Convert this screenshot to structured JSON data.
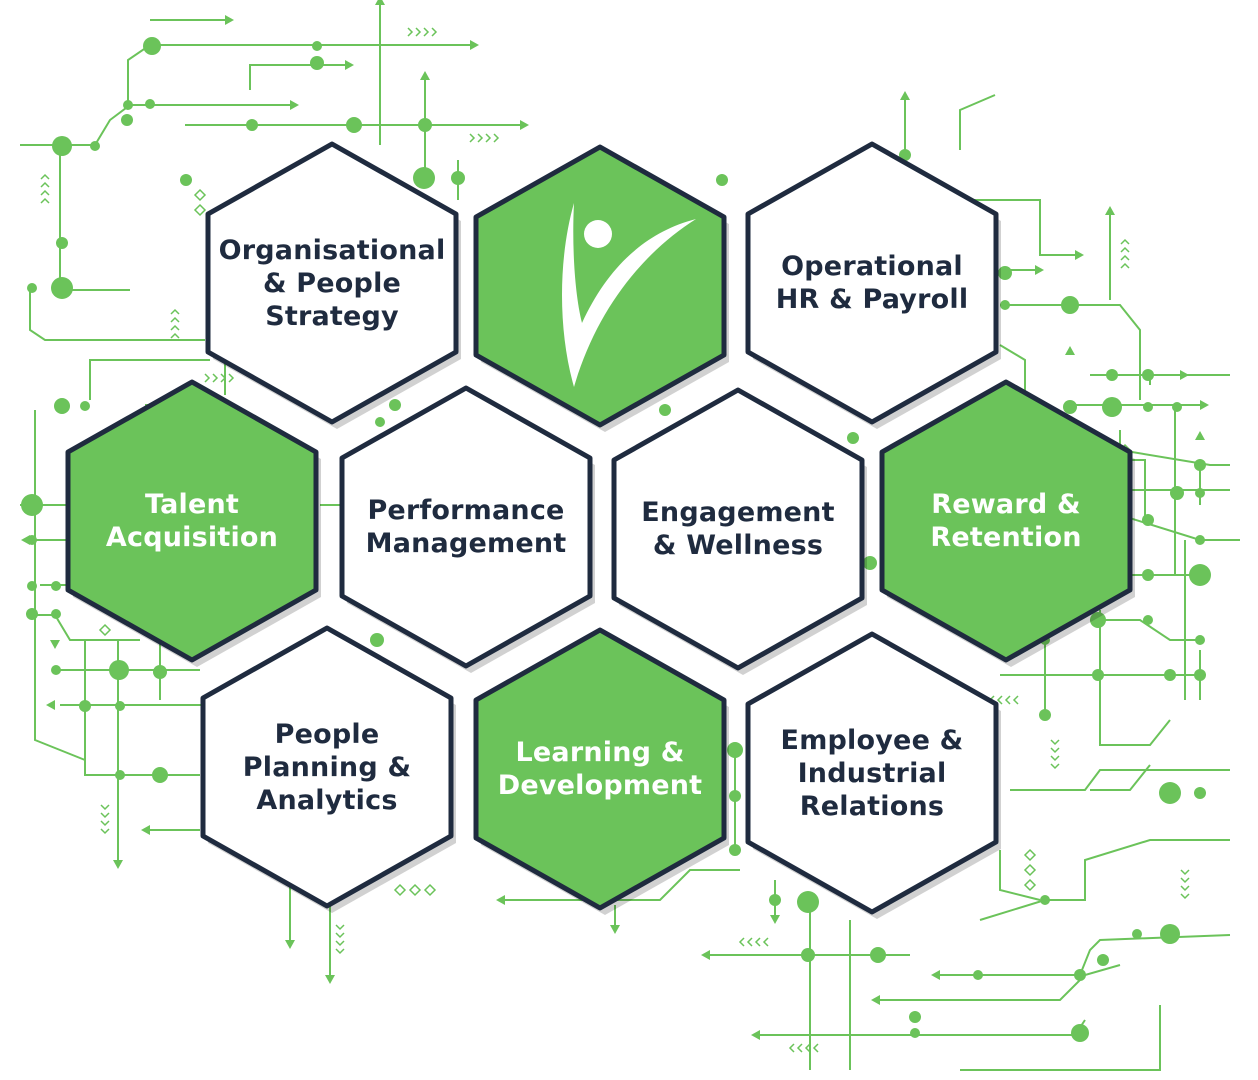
{
  "colors": {
    "green": "#6bc35a",
    "navy": "#1f2b3f",
    "circuit": "#6bc35a",
    "white": "#ffffff"
  },
  "logo": {
    "icon": "leaping-person-check-icon"
  },
  "hexagons": [
    {
      "key": "organisational",
      "label": "Organisational\n& People\nStrategy",
      "fill": "white"
    },
    {
      "key": "logo",
      "label": "",
      "fill": "green"
    },
    {
      "key": "operational",
      "label": "Operational\nHR & Payroll",
      "fill": "white"
    },
    {
      "key": "talent",
      "label": "Talent\nAcquisition",
      "fill": "green"
    },
    {
      "key": "performance",
      "label": "Performance\nManagement",
      "fill": "white"
    },
    {
      "key": "engagement",
      "label": "Engagement\n& Wellness",
      "fill": "white"
    },
    {
      "key": "reward",
      "label": "Reward &\nRetention",
      "fill": "green"
    },
    {
      "key": "planning",
      "label": "People\nPlanning &\nAnalytics",
      "fill": "white"
    },
    {
      "key": "learning",
      "label": "Learning &\nDevelopment",
      "fill": "green"
    },
    {
      "key": "employee",
      "label": "Employee &\nIndustrial\nRelations",
      "fill": "white"
    }
  ]
}
